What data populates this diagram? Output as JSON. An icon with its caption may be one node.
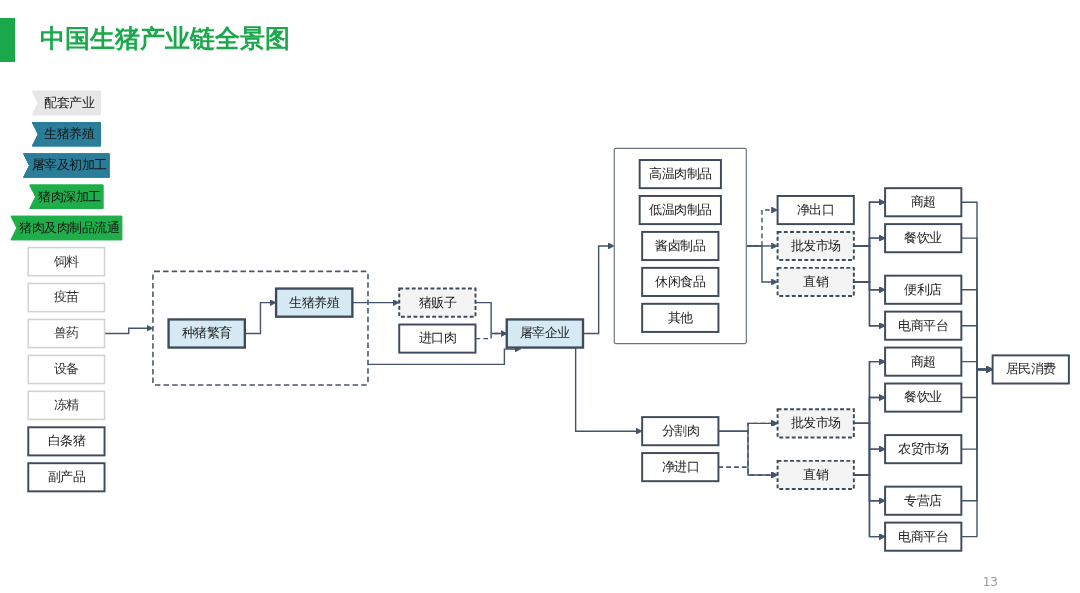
{
  "diagram": {
    "title": "中国生猪产业链全景图",
    "nodes": [
      {
        "text": [
          "配套产业"
        ]
      },
      {
        "text": [
          "生猪养殖"
        ]
      },
      {
        "text": [
          "屠宰及初加工"
        ]
      },
      {
        "text": [
          "猪肉深加工"
        ]
      },
      {
        "text": [
          "猪肉及肉制品流通"
        ]
      },
      {
        "text": [
          "饲料"
        ]
      },
      {
        "text": [
          "疫苗"
        ]
      },
      {
        "text": [
          "兽药"
        ]
      },
      {
        "text": [
          "设备"
        ]
      },
      {
        "text": [
          "冻精"
        ]
      },
      {
        "text": [],
        "shape": "box"
      },
      {
        "text": [
          "种猪繁育"
        ],
        "in": 10
      },
      {
        "text": [
          "生猪养殖"
        ],
        "in": 10
      },
      {
        "text": [
          "进口肉"
        ]
      },
      {
        "text": [
          "屠宰企业"
        ]
      },
      {
        "text": [
          "猪贩子"
        ]
      },
      {
        "text": [],
        "shape": "box"
      },
      {
        "text": [
          "高温肉制品"
        ],
        "in": 16
      },
      {
        "text": [
          "低温肉制品"
        ],
        "in": 16
      },
      {
        "text": [
          "酱卤制品"
        ],
        "in": 16
      },
      {
        "text": [
          "休闲食品"
        ],
        "in": 16
      },
      {
        "text": [
          "其他"
        ],
        "in": 16
      },
      {
        "text": [
          "白条猪"
        ]
      },
      {
        "text": [
          "分割肉"
        ]
      },
      {
        "text": [
          "副产品"
        ]
      },
      {
        "text": [
          "净出口"
        ]
      },
      {
        "text": [
          "批发市场"
        ]
      },
      {
        "text": [
          "直销"
        ]
      },
      {
        "text": [
          "商超"
        ]
      },
      {
        "text": [
          "餐饮业"
        ]
      },
      {
        "text": [
          "便利店"
        ]
      },
      {
        "text": [
          "电商平台"
        ]
      },
      {
        "text": [
          "净进口"
        ]
      },
      {
        "text": [
          "批发市场"
        ]
      },
      {
        "text": [
          "直销"
        ]
      },
      {
        "text": [
          "商超"
        ]
      },
      {
        "text": [
          "餐饮业"
        ]
      },
      {
        "text": [
          "农贸市场"
        ]
      },
      {
        "text": [
          "专营店"
        ]
      },
      {
        "text": [
          "电商平台"
        ]
      },
      {
        "text": [
          "居民消费"
        ]
      }
    ],
    "edges": [
      {
        "from": 7,
        "to": 10,
        "arrow": "to"
      },
      {
        "from": 11,
        "to": 12,
        "arrow": "to"
      },
      {
        "from": 10,
        "to": 14,
        "arrow": "to"
      },
      {
        "from": 12,
        "to": 15,
        "arrow": "to"
      },
      {
        "from": 15,
        "to": 14,
        "arrow": "to"
      },
      {
        "from": 13,
        "to": 14,
        "arrow": "to",
        "style": "dashed"
      },
      {
        "from": 14,
        "to": 16,
        "arrow": "to"
      },
      {
        "from": 14,
        "to": 23,
        "arrow": "to"
      },
      {
        "from": 16,
        "to": 26,
        "arrow": "to"
      },
      {
        "from": 16,
        "to": 27,
        "arrow": "to"
      },
      {
        "from": 16,
        "to": 25,
        "arrow": "to",
        "style": "dashed"
      },
      {
        "from": 23,
        "to": 33,
        "arrow": "to"
      },
      {
        "from": 23,
        "to": 34,
        "arrow": "to"
      },
      {
        "from": 32,
        "to": 33,
        "arrow": "to",
        "style": "dashed"
      },
      {
        "from": 32,
        "to": 34,
        "arrow": "to",
        "style": "dashed"
      },
      {
        "from": 26,
        "to": 28,
        "arrow": "to"
      },
      {
        "from": 26,
        "to": 29,
        "arrow": "to"
      },
      {
        "from": 26,
        "to": 30,
        "arrow": "to"
      },
      {
        "from": 26,
        "to": 31,
        "arrow": "to"
      },
      {
        "from": 27,
        "to": 28,
        "arrow": "to"
      },
      {
        "from": 27,
        "to": 29,
        "arrow": "to"
      },
      {
        "from": 27,
        "to": 30,
        "arrow": "to"
      },
      {
        "from": 27,
        "to": 31,
        "arrow": "to"
      },
      {
        "from": 33,
        "to": 35,
        "arrow": "to"
      },
      {
        "from": 33,
        "to": 36,
        "arrow": "to"
      },
      {
        "from": 33,
        "to": 37,
        "arrow": "to"
      },
      {
        "from": 33,
        "to": 38,
        "arrow": "to"
      },
      {
        "from": 33,
        "to": 39,
        "arrow": "to"
      },
      {
        "from": 34,
        "to": 35,
        "arrow": "to"
      },
      {
        "from": 34,
        "to": 36,
        "arrow": "to"
      },
      {
        "from": 34,
        "to": 37,
        "arrow": "to"
      },
      {
        "from": 34,
        "to": 38,
        "arrow": "to"
      },
      {
        "from": 34,
        "to": 39,
        "arrow": "to"
      },
      {
        "from": 28,
        "to": 40,
        "arrow": "to"
      },
      {
        "from": 29,
        "to": 40,
        "arrow": "to"
      },
      {
        "from": 30,
        "to": 40,
        "arrow": "to"
      },
      {
        "from": 31,
        "to": 40,
        "arrow": "to"
      },
      {
        "from": 35,
        "to": 40,
        "arrow": "to"
      },
      {
        "from": 36,
        "to": 40,
        "arrow": "to"
      },
      {
        "from": 37,
        "to": 40,
        "arrow": "to"
      },
      {
        "from": 38,
        "to": 40,
        "arrow": "to"
      },
      {
        "from": 39,
        "to": 40,
        "arrow": "to"
      }
    ],
    "labels": [
      "13"
    ]
  }
}
